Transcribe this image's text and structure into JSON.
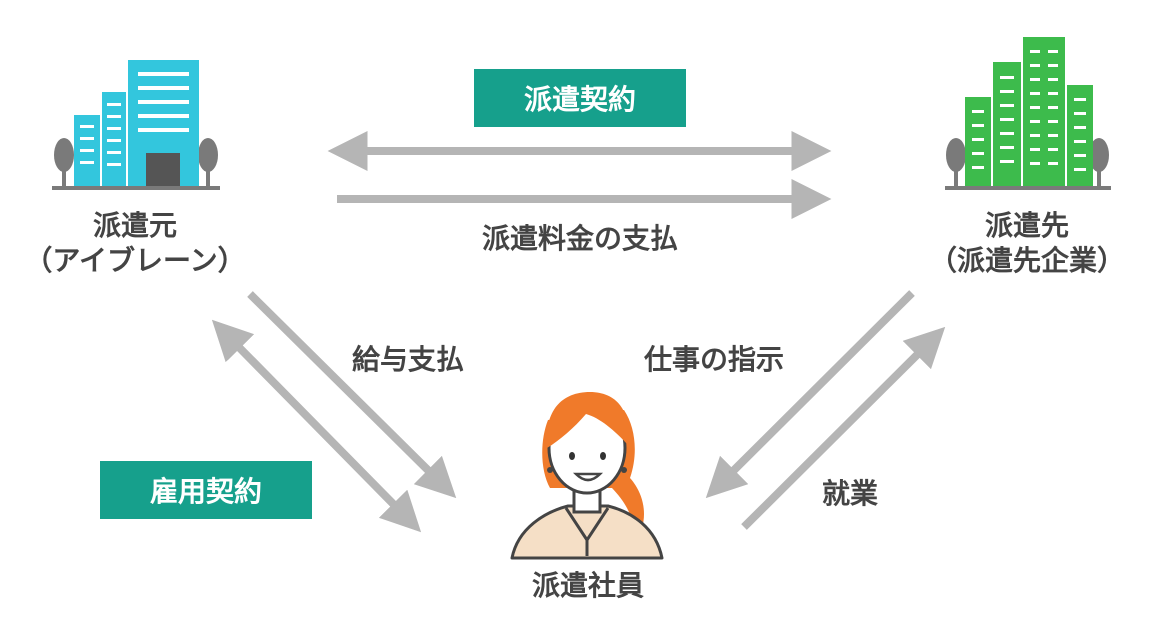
{
  "colors": {
    "teal": "#16a08c",
    "dispatcher_building": "#33c6dd",
    "client_building": "#3dbb4c",
    "arrow": "#b5b5b5",
    "tree": "#7a7a7a",
    "text": "#444444",
    "hair": "#f07a2a"
  },
  "icons": {
    "dispatcher": "building-icon",
    "client": "building-icon",
    "employee": "woman-employee-icon"
  },
  "dispatcher": {
    "name": "派遣元",
    "sub": "（アイブレーン）"
  },
  "client": {
    "name": "派遣先",
    "sub": "（派遣先企業）"
  },
  "employee": {
    "name": "派遣社員"
  },
  "badges": {
    "dispatch_contract": "派遣契約",
    "employment_contract": "雇用契約"
  },
  "flows": {
    "dispatch_fee": "派遣料金の支払",
    "salary": "給与支払",
    "work_instruction": "仕事の指示",
    "employment": "就業"
  }
}
